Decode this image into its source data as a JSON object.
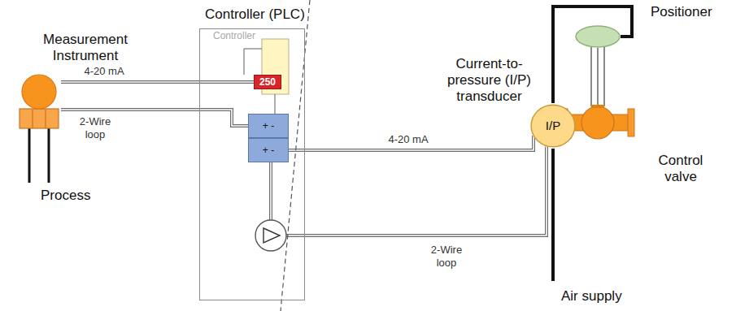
{
  "diagram": {
    "nodes": [
      {
        "text": [
          "Measurement Instrument"
        ]
      },
      {
        "text": [
          "Controller (PLC)"
        ]
      },
      {
        "text": [
          "250"
        ],
        "in": 1
      },
      {
        "text": [
          "+ -"
        ],
        "in": 1
      },
      {
        "text": [
          "+ -"
        ],
        "in": 1
      },
      {
        "text": [
          "Current-to-pressure (I/P) transducer",
          "I/P"
        ]
      },
      {
        "text": [
          "Positioner"
        ]
      },
      {
        "text": [
          "Control valve"
        ]
      }
    ],
    "edges": [
      {
        "from": 0,
        "to": 2,
        "arrow": "none",
        "label": "4-20 mA"
      },
      {
        "from": 0,
        "to": 3,
        "arrow": "none",
        "label": "2-Wire loop"
      },
      {
        "from": 4,
        "to": 5,
        "arrow": "none",
        "label": "4-20 mA"
      },
      {
        "from": 4,
        "to": 5,
        "arrow": "none",
        "label": "2-Wire loop"
      },
      {
        "from": 5,
        "to": 6,
        "arrow": "none"
      },
      {
        "from": 6,
        "to": 7,
        "arrow": "none"
      }
    ],
    "labels": [
      "Controller",
      "Process",
      "Air supply"
    ]
  }
}
